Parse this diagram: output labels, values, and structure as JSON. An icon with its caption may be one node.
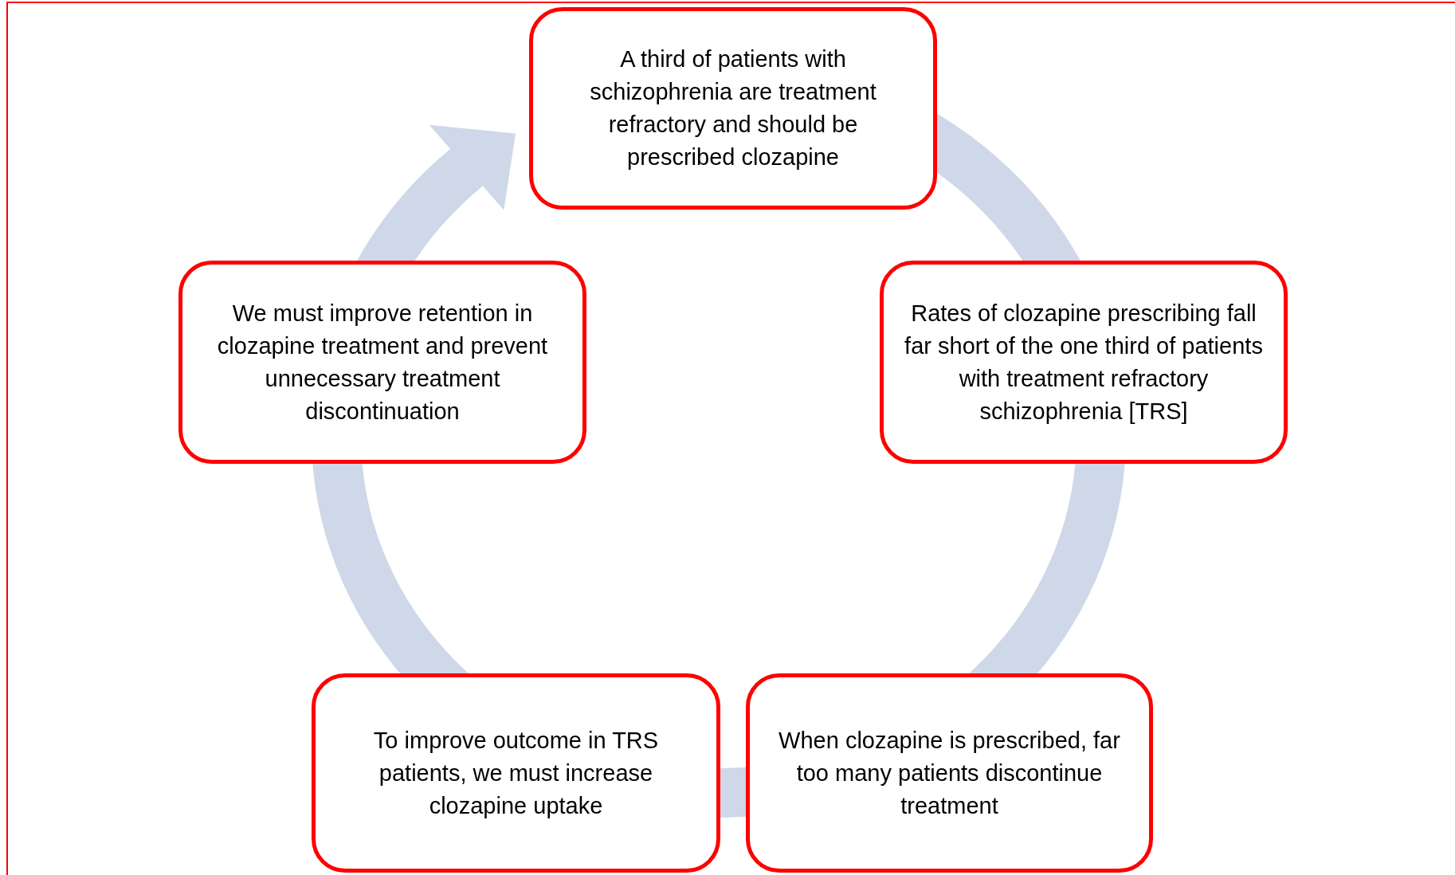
{
  "diagram": {
    "nodes": [
      {
        "text": [
          "A third of patients with schizophrenia are treatment refractory and should be prescribed clozapine"
        ]
      },
      {
        "text": [
          "We must improve retention in clozapine treatment and prevent unnecessary treatment discontinuation"
        ]
      },
      {
        "text": [
          "Rates of clozapine prescribing fall far short of the one third of patients with treatment refractory schizophrenia [TRS]"
        ]
      },
      {
        "text": [
          "To improve outcome in TRS patients, we must increase clozapine uptake"
        ]
      },
      {
        "text": [
          "When clozapine is prescribed, far too many patients discontinue treatment"
        ]
      }
    ]
  }
}
